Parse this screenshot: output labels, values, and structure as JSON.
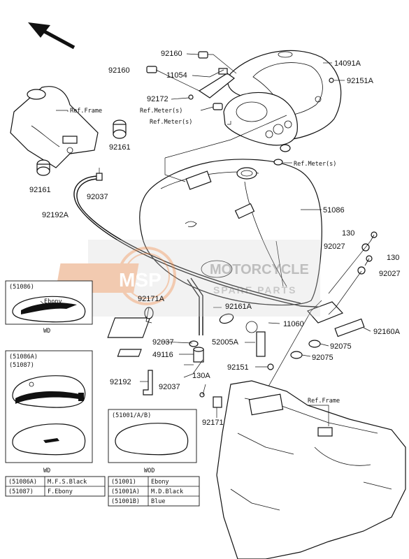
{
  "labels": {
    "p92160_top": "92160",
    "p14091A": "14091A",
    "p92160_left": "92160",
    "p11054": "11054",
    "p92151A": "92151A",
    "p92172": "92172",
    "ref_frame_top": "Ref.Frame",
    "ref_meter_1": "Ref.Meter(s)",
    "ref_meter_2": "Ref.Meter(s)",
    "p92161_right": "92161",
    "ref_meter_3": "Ref.Meter(s)",
    "p92161_left": "92161",
    "p92037_top": "92037",
    "p51086": "51086",
    "p92192A": "92192A",
    "p130_1": "130",
    "p92027_1": "92027",
    "p130_2": "130",
    "p92027_2": "92027",
    "p92171A": "92171A",
    "p92161A": "92161A",
    "p11060": "11060",
    "p92160A": "92160A",
    "p92037_mid": "92037",
    "p52005A": "52005A",
    "p49116": "49116",
    "p92075_1": "92075",
    "p92075_2": "92075",
    "p92151": "92151",
    "p92192": "92192",
    "p92037_low": "92037",
    "p130A": "130A",
    "p92171": "92171",
    "ref_frame_bottom": "Ref.Frame"
  },
  "inset_51086": {
    "code": "(51086)",
    "color": "Ebony",
    "suffix": "WD"
  },
  "inset_51086A": {
    "code1": "(51086A)",
    "code2": "(51087)",
    "suffix": "WD"
  },
  "inset_51001": {
    "code": "(51001/A/B)",
    "suffix": "WOD"
  },
  "legend_left": [
    {
      "code": "(51086A)",
      "name": "M.F.S.Black"
    },
    {
      "code": "(51087)",
      "name": "F.Ebony"
    }
  ],
  "legend_right": [
    {
      "code": "(51001)",
      "name": "Ebony"
    },
    {
      "code": "(51001A)",
      "name": "M.D.Black"
    },
    {
      "code": "(51001B)",
      "name": "Blue"
    }
  ],
  "watermark": {
    "logo": "MSP",
    "line1": "MOTORCYCLE",
    "line2": "SPARE PARTS"
  },
  "colors": {
    "watermark_orange": "#e8a070",
    "watermark_gray": "#c9c9c9",
    "ink": "#111111"
  }
}
